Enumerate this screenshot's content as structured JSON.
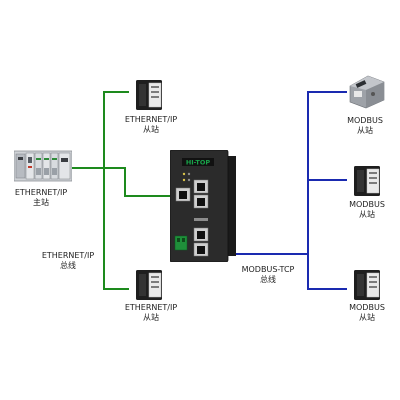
{
  "colors": {
    "ethernet_ip_bus": "#1d8a1d",
    "modbus_tcp_bus": "#1a2ab0",
    "gateway_body": "#2b2b2b",
    "gateway_logo": "#19a34a",
    "terminal_green": "#1f8f3a"
  },
  "gateway": {
    "logo_text": "HI-TOP"
  },
  "nodes": {
    "master": {
      "line1": "ETHERNET/IP",
      "line2": "主站",
      "icon": "plc-rack-icon"
    },
    "eip_slave_top": {
      "line1": "ETHERNET/IP",
      "line2": "从站",
      "icon": "io-module-icon"
    },
    "eip_slave_bottom": {
      "line1": "ETHERNET/IP",
      "line2": "从站",
      "icon": "io-module-icon"
    },
    "modbus_slave_1": {
      "line1": "MODBUS",
      "line2": "从站",
      "icon": "modbus-sensor-icon"
    },
    "modbus_slave_2": {
      "line1": "MODBUS",
      "line2": "从站",
      "icon": "io-module-icon"
    },
    "modbus_slave_3": {
      "line1": "MODBUS",
      "line2": "从站",
      "icon": "io-module-icon"
    }
  },
  "buses": {
    "ethernet_ip": {
      "line1": "ETHERNET/IP",
      "line2": "总线"
    },
    "modbus_tcp": {
      "line1": "MODBUS-TCP",
      "line2": "总线"
    }
  }
}
